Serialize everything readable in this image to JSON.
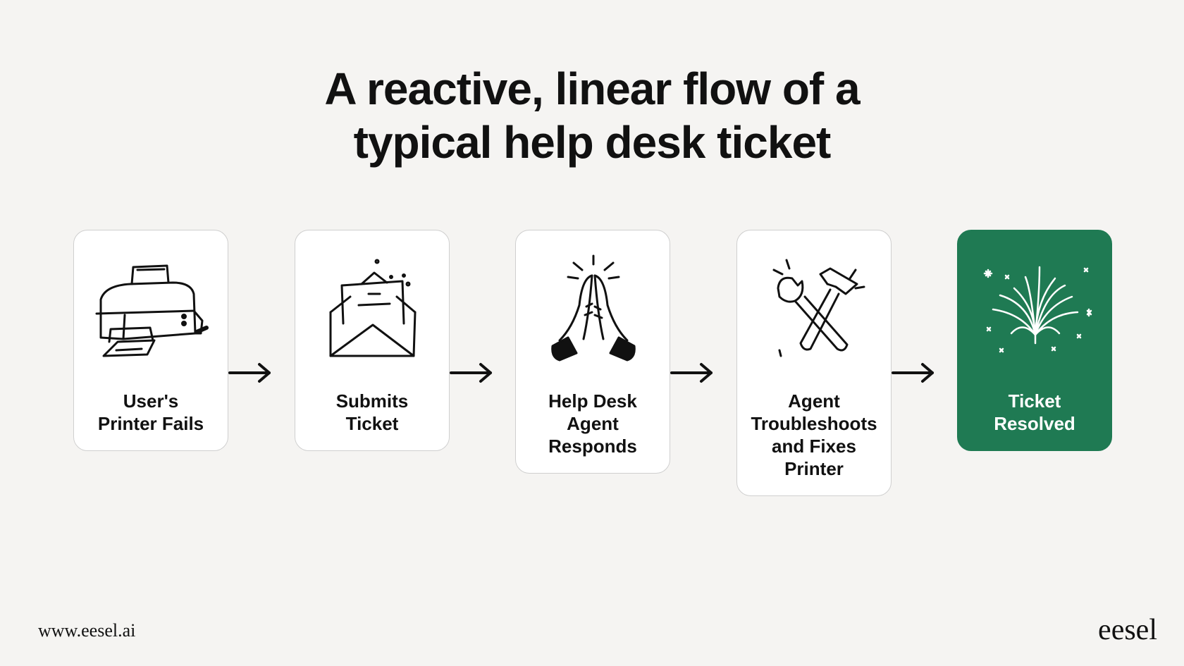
{
  "title": {
    "line1": "A reactive, linear flow of a",
    "line2": "typical help desk ticket"
  },
  "steps": [
    {
      "icon": "printer-icon",
      "lines": [
        "User's",
        "Printer Fails"
      ]
    },
    {
      "icon": "envelope-icon",
      "lines": [
        "Submits",
        "Ticket"
      ]
    },
    {
      "icon": "praying-hands-icon",
      "lines": [
        "Help Desk",
        "Agent",
        "Responds"
      ]
    },
    {
      "icon": "wrench-hammer-icon",
      "lines": [
        "Agent",
        "Troubleshoots",
        "and Fixes",
        "Printer"
      ]
    },
    {
      "icon": "fireworks-icon",
      "lines": [
        "Ticket",
        "Resolved"
      ]
    }
  ],
  "footer": {
    "url": "www.eesel.ai",
    "brand": "eesel"
  },
  "colors": {
    "background": "#f5f4f2",
    "card": "#ffffff",
    "resolved_card": "#1f7a53"
  }
}
